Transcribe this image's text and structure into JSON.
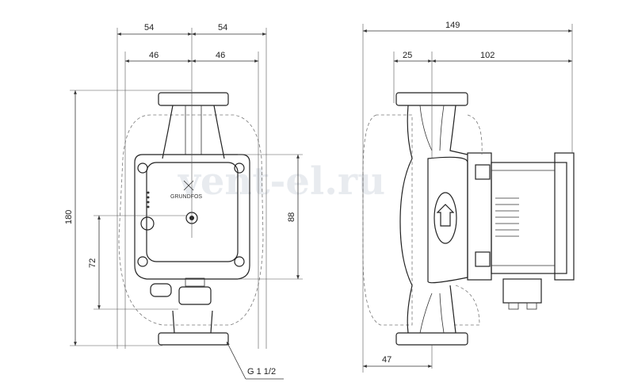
{
  "front_view": {
    "dim_top_left": "54",
    "dim_top_right": "54",
    "dim_second_left": "46",
    "dim_second_right": "46",
    "dim_height_total": "180",
    "dim_height_lower": "72",
    "dim_height_box": "88",
    "thread_label": "G 1 1/2"
  },
  "side_view": {
    "dim_total_width": "149",
    "dim_offset": "25",
    "dim_motor": "102",
    "dim_base": "47"
  },
  "watermark": "vent-el.ru",
  "brand_text": "GRUNDFOS"
}
